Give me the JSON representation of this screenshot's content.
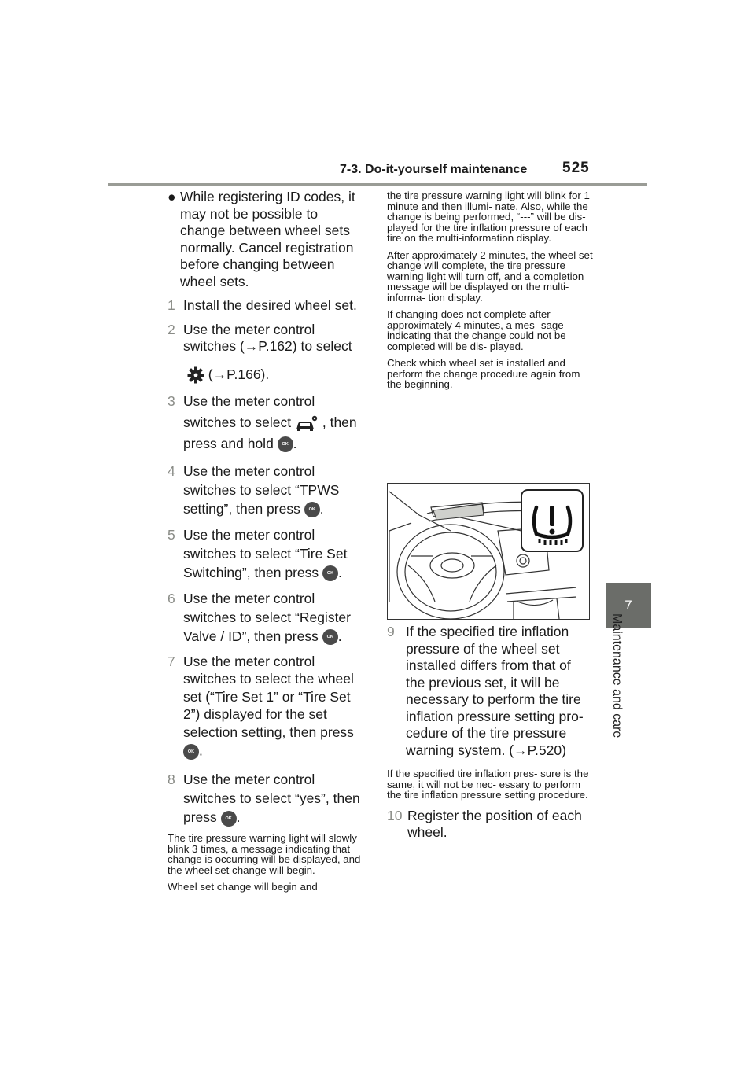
{
  "header": {
    "section_title": "7-3. Do-it-yourself maintenance",
    "page_number": "525"
  },
  "side_tab": {
    "chapter_number": "7",
    "chapter_label": "Maintenance and care"
  },
  "ok_label": "OK",
  "left_column": {
    "bullet_text": "While registering ID codes, it may not be possible to change between wheel sets normally. Cancel registration before changing between wheel sets.",
    "step1_num": "1",
    "step1_text": "Install the desired wheel set.",
    "step2_num": "2",
    "step2_text_a": "Use the meter control switches (",
    "step2_arrow": "→",
    "step2_text_b": "P.162) to select",
    "step2_text_c": " (",
    "step2_text_d": "P.166).",
    "step3_num": "3",
    "step3_text_a": "Use the meter control switches to select ",
    "step3_text_b": " , then press and hold ",
    "step3_text_c": ".",
    "step4_num": "4",
    "step4_text_a": "Use the meter control switches to select “TPWS setting”, then press ",
    "step4_text_b": ".",
    "step5_num": "5",
    "step5_text_a": "Use the meter control switches to select “Tire Set Switching”, then press ",
    "step5_text_b": ".",
    "step6_num": "6",
    "step6_text_a": "Use the meter control switches to select “Register Valve / ID”, then press ",
    "step6_text_b": ".",
    "step7_num": "7",
    "step7_text_a": "Use the meter control switches to select the wheel set (“Tire Set 1” or “Tire Set 2”) displayed for the set selection setting, then press",
    "step7_text_b": ".",
    "step8_num": "8",
    "step8_text_a": "Use the meter control switches to select “yes”, then press ",
    "step8_text_b": ".",
    "note1": "The tire pressure warning light will slowly blink 3 times, a message indicating that change is occurring will be displayed, and the wheel set change will begin.",
    "note2": "Wheel set change will begin and"
  },
  "right_column": {
    "cont1": "the tire pressure warning light will blink for 1 minute and then illumi- nate. Also, while the change is being performed, “---” will be dis- played for the tire inflation pressure of each tire on the multi-information display.",
    "cont2": "After approximately 2 minutes, the wheel set change will complete, the tire pressure warning light will turn off, and a completion message will be displayed on the multi-informa- tion display.",
    "cont3": "If changing does not complete after approximately 4 minutes, a mes- sage indicating that the change could not be completed will be dis- played.",
    "cont4": "Check which wheel set is installed and perform the change procedure again from the beginning.",
    "step9_num": "9",
    "step9_text_a": "If the specified tire inflation pressure of the wheel set installed differs from that of the previous set, it will be necessary to perform the tire inflation pressure setting pro- cedure of the tire pressure warning system. (",
    "step9_text_b": "P.520)",
    "note9": "If the specified tire inflation pres- sure is the same, it will not be nec- essary to perform the tire inflation pressure setting procedure.",
    "step10_num": "10",
    "step10_text": "Register the position of each wheel."
  },
  "colors": {
    "rule": "#9a9c96",
    "tab": "#6b6d69",
    "step_number": "#8a8c87"
  },
  "icons": [
    "settings-gear-icon",
    "vehicle-settings-icon",
    "ok-button-icon",
    "tire-pressure-warning-icon"
  ]
}
